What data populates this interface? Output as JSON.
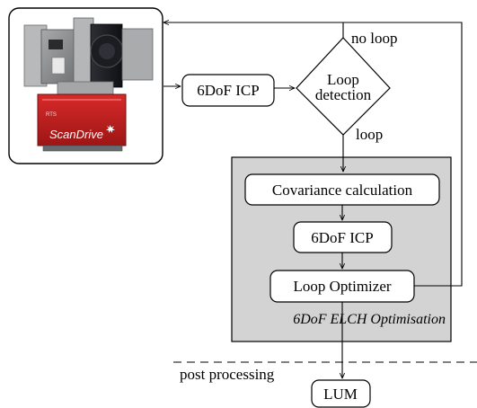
{
  "photo": {
    "device_brand": "ScanDrive",
    "device_small_label": "RTS"
  },
  "nodes": {
    "icp_top": "6DoF ICP",
    "loop_detection_line1": "Loop",
    "loop_detection_line2": "detection",
    "covariance": "Covariance calculation",
    "icp_inner": "6DoF ICP",
    "optimizer": "Loop Optimizer",
    "lum": "LUM"
  },
  "labels": {
    "no_loop": "no loop",
    "loop": "loop",
    "elch_panel": "6DoF ELCH Optimisation",
    "post_processing": "post processing"
  },
  "colors": {
    "panel_fill": "#d3d3d3",
    "device_red": "#c61d1d",
    "device_gray": "#8b8d8f",
    "lens_black": "#1f1f22"
  }
}
